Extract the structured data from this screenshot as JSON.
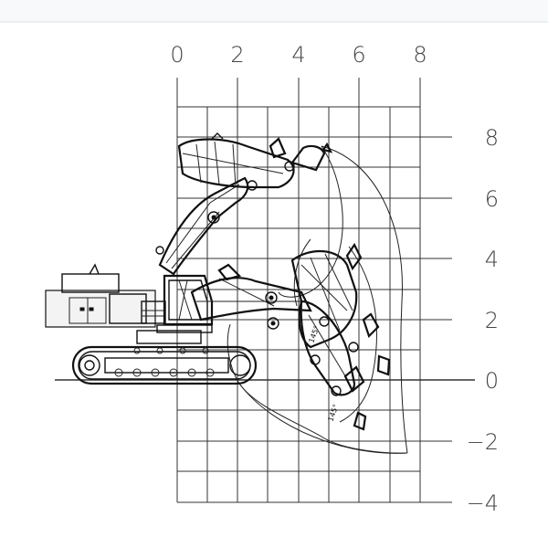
{
  "diagram": {
    "axis": {
      "x_ticks": [
        "0",
        "2",
        "4",
        "6",
        "8"
      ],
      "y_ticks": [
        "8",
        "6",
        "4",
        "2",
        "0",
        "−2",
        "−4"
      ]
    },
    "annotations": [
      "145°",
      "145°"
    ],
    "icons": [
      "excavator-icon",
      "boom-icon",
      "arm-icon",
      "bucket-icon",
      "track-icon"
    ]
  }
}
